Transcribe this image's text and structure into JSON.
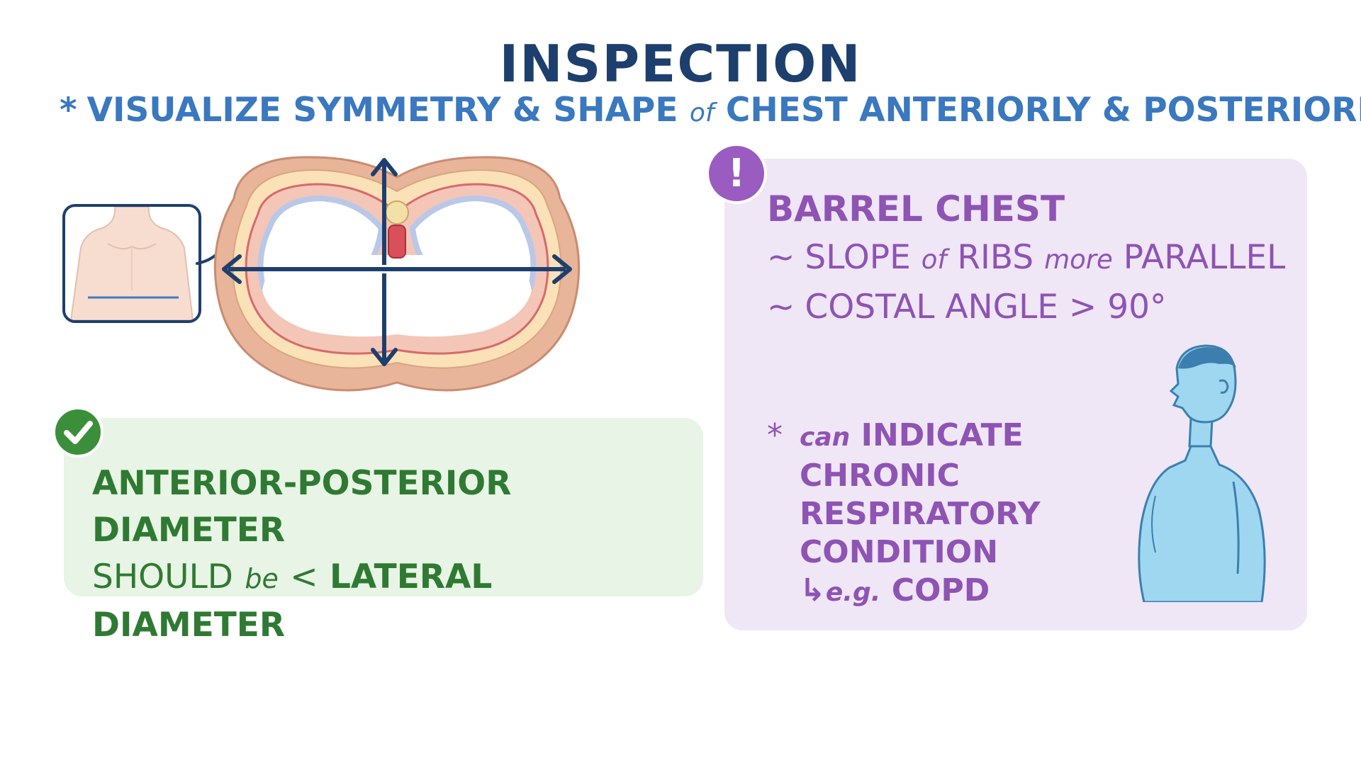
{
  "title": "INSPECTION",
  "subtitle": {
    "bullet": "*",
    "part1": "VISUALIZE SYMMETRY & SHAPE",
    "small": "of",
    "part2": "CHEST ANTERIORLY & POSTERIORLY"
  },
  "normal_panel": {
    "badge_icon": "checkmark-icon",
    "line1": "ANTERIOR-POSTERIOR DIAMETER",
    "line2_part1": "SHOULD",
    "line2_small": "be",
    "line2_part2": "<",
    "line2_part3": "LATERAL DIAMETER"
  },
  "barrel_panel": {
    "badge": "!",
    "heading": "BARREL CHEST",
    "items": [
      {
        "tilde": "~",
        "part1": "SLOPE",
        "small": "of",
        "part2": "RIBS",
        "small2": "more",
        "part3": "PARALLEL"
      },
      {
        "tilde": "~",
        "part1": "COSTAL ANGLE > 90°"
      }
    ],
    "note": {
      "star": "*",
      "small": "can",
      "line1": "INDICATE",
      "line2": "CHRONIC",
      "line3": "RESPIRATORY",
      "line4": "CONDITION",
      "arrow": "↳",
      "eg": "e.g.",
      "example": "COPD"
    }
  },
  "colors": {
    "title": "#1d3f6e",
    "subtitle": "#3a78bf",
    "green_text": "#2f7a32",
    "green_panel": "#e8f4e5",
    "purple_text": "#8e53b3",
    "purple_panel": "#efe6f6",
    "person_fill": "#9fd7f0"
  }
}
